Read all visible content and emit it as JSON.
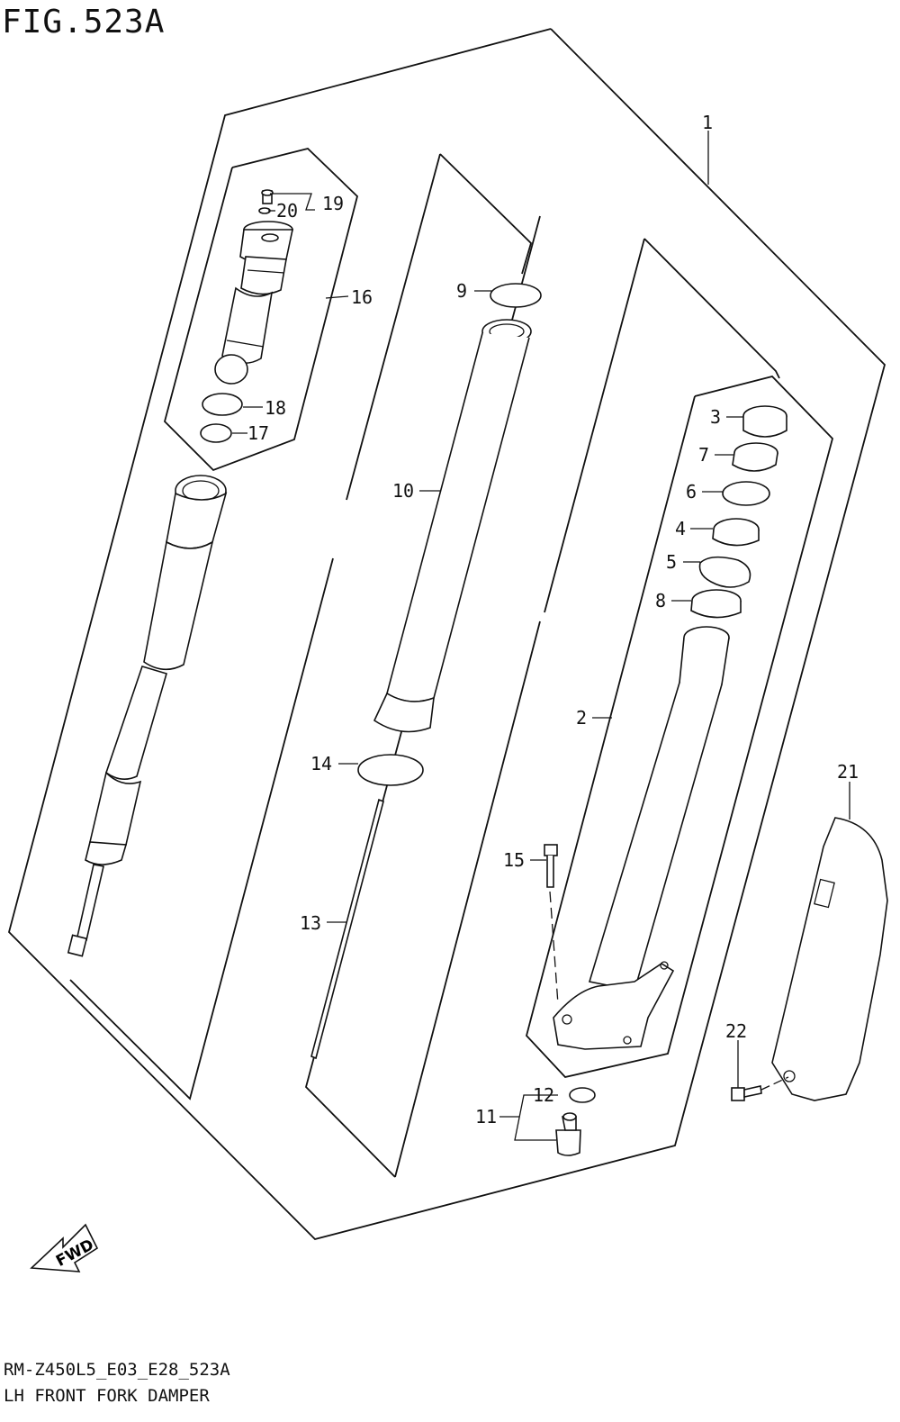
{
  "figure": {
    "title": "FIG.523A",
    "model_code": "RM-Z450L5_E03_E28_523A",
    "name": "LH FRONT FORK DAMPER"
  },
  "fwd_label": "FWD",
  "callouts": {
    "c1": "1",
    "c2": "2",
    "c3": "3",
    "c4": "4",
    "c5": "5",
    "c6": "6",
    "c7": "7",
    "c8": "8",
    "c9": "9",
    "c10": "10",
    "c11": "11",
    "c12": "12",
    "c13": "13",
    "c14": "14",
    "c15": "15",
    "c16": "16",
    "c17": "17",
    "c18": "18",
    "c19": "19",
    "c20": "20",
    "c21": "21",
    "c22": "22"
  }
}
